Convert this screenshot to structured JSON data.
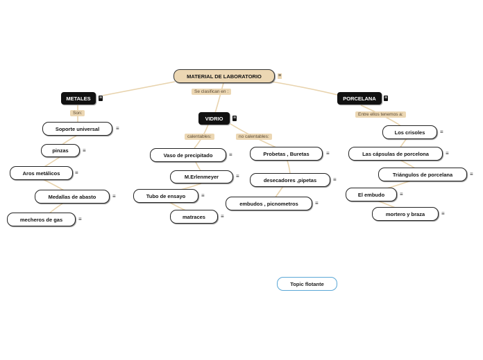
{
  "root": "MATERIAL DE LABORATORIO",
  "floating_topic": "Topic flotante",
  "note_icon": "≡",
  "main_branch": {
    "label": "Se clasifican en :",
    "categories": {
      "metales": {
        "title": "METALES",
        "label": "Son:",
        "items": [
          "Soporte universal",
          "pinzas",
          "Aros metálicos",
          "Medallas de abasto",
          "mecheros de gas"
        ]
      },
      "vidrio": {
        "title": "VIDRIO",
        "calentables": {
          "label": "calentables:",
          "items": [
            "Vaso de precipitado",
            "M.Erlenmeyer",
            "Tubo de ensayo",
            "matraces"
          ]
        },
        "no_calentables": {
          "label": "no calentables:",
          "items": [
            "Probetas , Buretas",
            "desecadores ,pipetas",
            "embudos , picnometros"
          ]
        }
      },
      "porcelana": {
        "title": "PORCELANA",
        "label": "Entre ellos tenemos a:",
        "items": [
          "Los crisoles",
          "Las cápsulas de porcelona",
          "Triángulos de porcelana",
          "El embudo",
          "mortero y braza"
        ]
      }
    }
  },
  "colors": {
    "root_fill": "#ecd7b3",
    "connector": "#e8d3ad",
    "category_fill": "#111111",
    "floating_border": "#5aa7d6"
  }
}
